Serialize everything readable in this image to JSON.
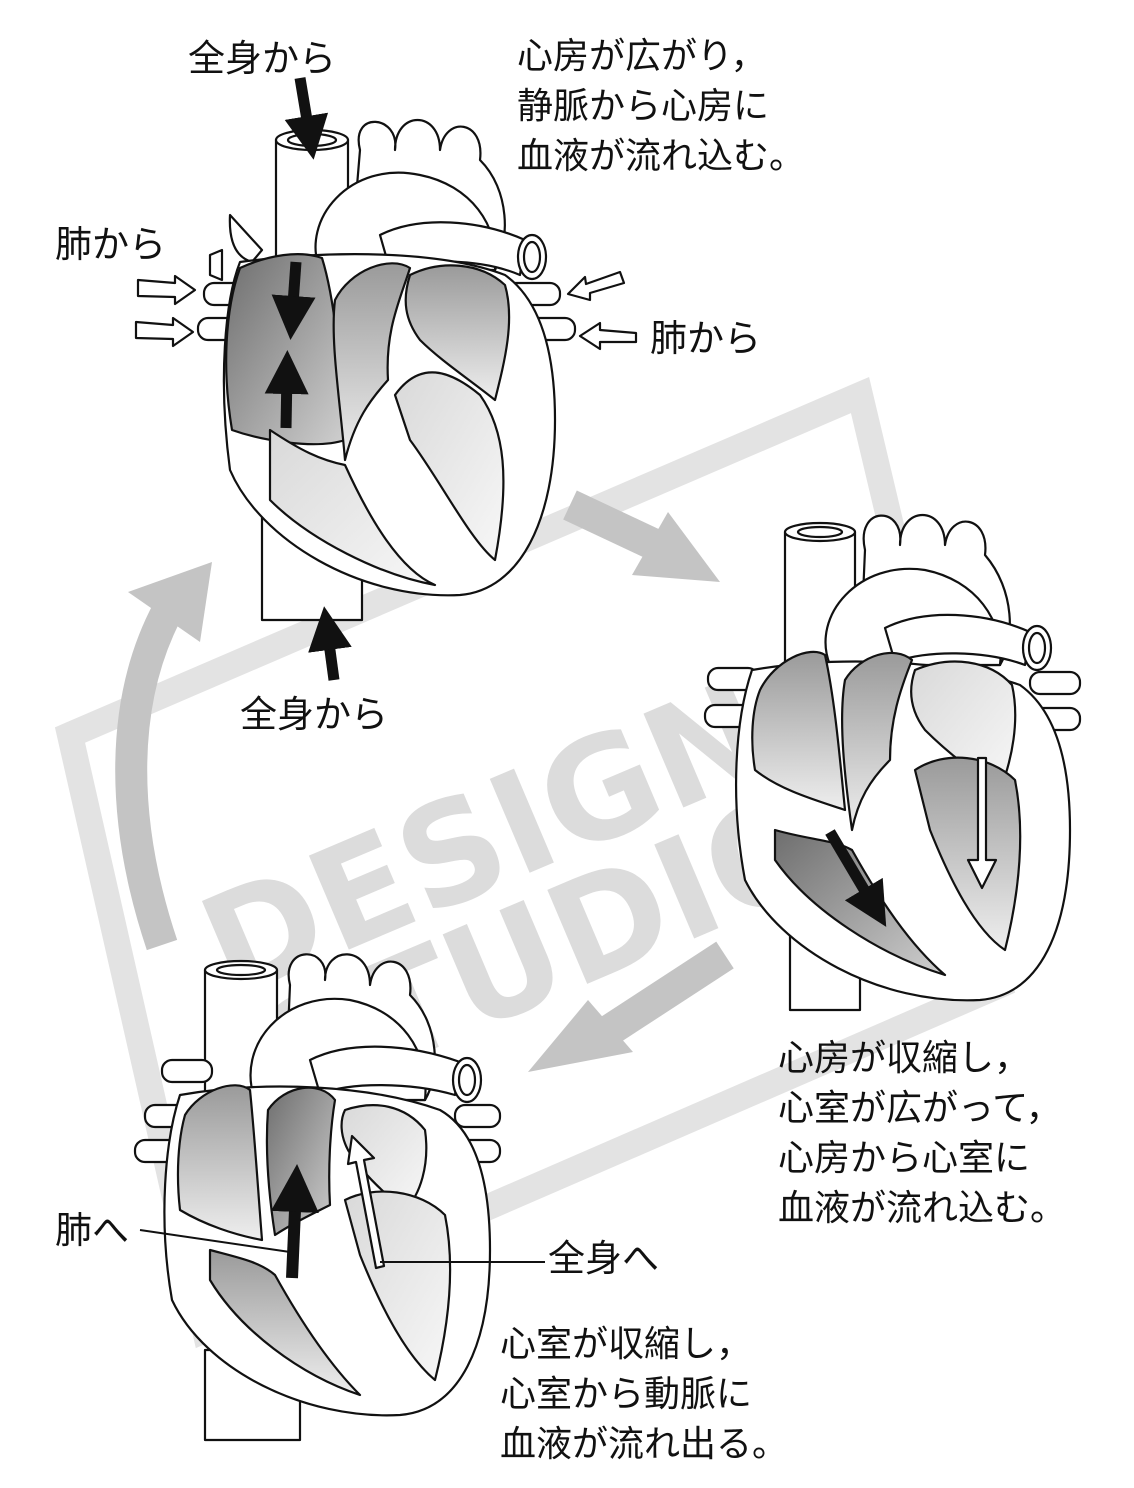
{
  "watermark": {
    "line1": "DESIGN",
    "line2": "STUDIO"
  },
  "stage1": {
    "label_from_body_top": "全身から",
    "label_from_lung_left": "肺から",
    "label_from_lung_right": "肺から",
    "label_from_body_bottom": "全身から",
    "caption": [
      "心房が広がり，",
      "静脈から心房に",
      "血液が流れ込む。"
    ]
  },
  "stage2": {
    "caption": [
      "心房が収縮し，",
      "心室が広がって，",
      "心房から心室に",
      "血液が流れ込む。"
    ]
  },
  "stage3": {
    "label_to_lung": "肺へ",
    "label_to_body": "全身へ",
    "caption": [
      "心室が収縮し，",
      "心室から動脈に",
      "血液が流れ出る。"
    ]
  },
  "colors": {
    "ink": "#111111",
    "cycle_arrow": "#c4c4c4",
    "watermark": "#d6d6d6",
    "chamber_fill": "#8a8a8a"
  }
}
